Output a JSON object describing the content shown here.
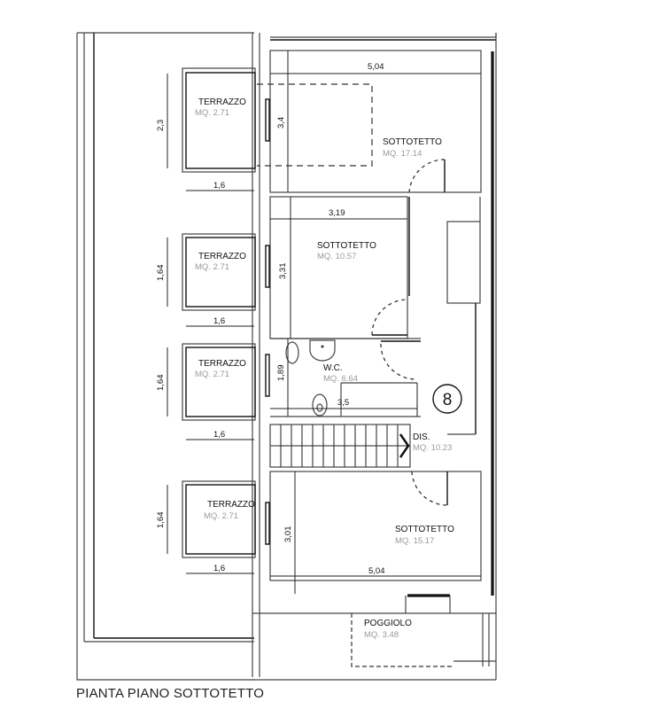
{
  "title": "PIANTA PIANO SOTTOTETTO",
  "unit_number": "8",
  "rooms": [
    {
      "id": "sottotetto-1",
      "name": "SOTTOTETTO",
      "area": "MQ. 17.14",
      "width": "5,04",
      "depth": "3,4"
    },
    {
      "id": "sottotetto-2",
      "name": "SOTTOTETTO",
      "area": "MQ. 10.57",
      "width": "3,19",
      "depth": "3,31"
    },
    {
      "id": "wc",
      "name": "W.C.",
      "area": "MQ.  6.64",
      "width": "3,5",
      "depth": "1,89"
    },
    {
      "id": "dis",
      "name": "DIS.",
      "area": "MQ. 10.23"
    },
    {
      "id": "sottotetto-3",
      "name": "SOTTOTETTO",
      "area": "MQ. 15.17",
      "width": "5,04",
      "depth": "3,01"
    },
    {
      "id": "poggiolo",
      "name": "POGGIOLO",
      "area": "MQ. 3.48"
    }
  ],
  "terraces": [
    {
      "name": "TERRAZZO",
      "area": "MQ. 2.71",
      "width": "1,6",
      "depth": "2,3"
    },
    {
      "name": "TERRAZZO",
      "area": "MQ. 2.71",
      "width": "1,6",
      "depth": "1,64"
    },
    {
      "name": "TERRAZZO",
      "area": "MQ. 2.71",
      "width": "1,6",
      "depth": "1,64"
    },
    {
      "name": "TERRAZZO",
      "area": "MQ. 2.71",
      "width": "1,6",
      "depth": "1,64"
    }
  ]
}
